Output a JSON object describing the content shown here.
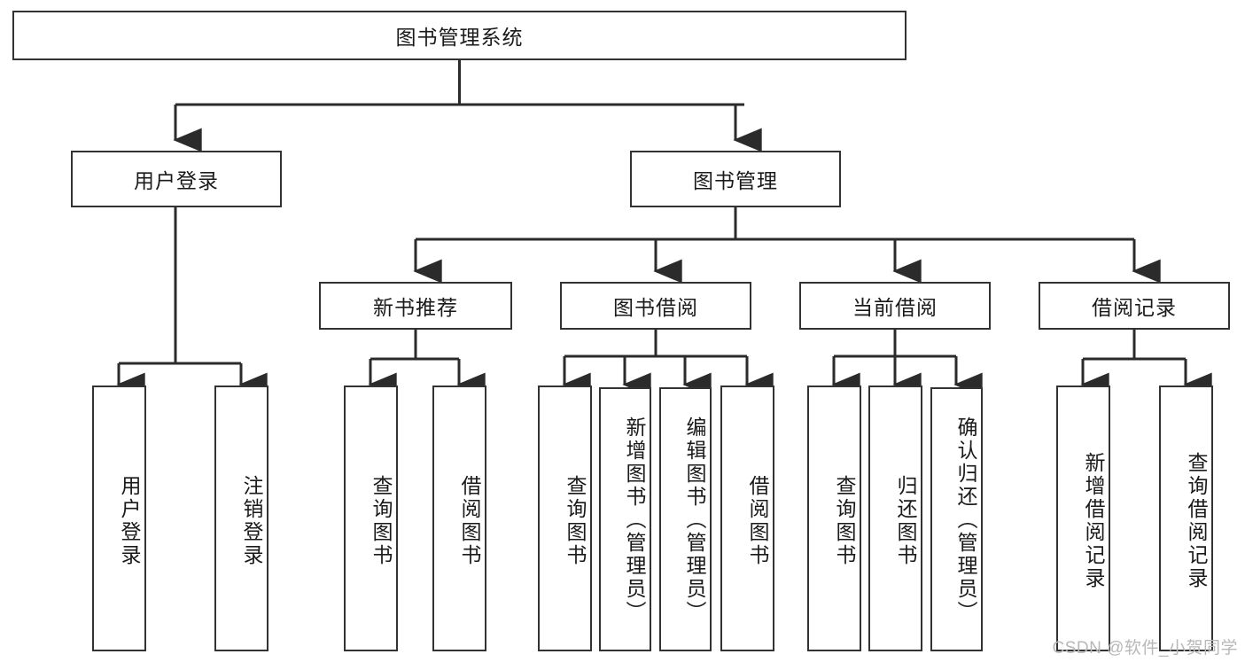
{
  "diagram": {
    "title": "图书管理系统",
    "type": "hierarchy-tree",
    "root": {
      "label": "图书管理系统"
    },
    "level2": [
      {
        "label": "用户登录"
      },
      {
        "label": "图书管理"
      }
    ],
    "level3": [
      {
        "label": "新书推荐",
        "parent": "图书管理"
      },
      {
        "label": "图书借阅",
        "parent": "图书管理"
      },
      {
        "label": "当前借阅",
        "parent": "图书管理"
      },
      {
        "label": "借阅记录",
        "parent": "图书管理"
      }
    ],
    "leaves": [
      {
        "label": "用户登录",
        "parent": "用户登录"
      },
      {
        "label": "注销登录",
        "parent": "用户登录"
      },
      {
        "label": "查询图书",
        "parent": "新书推荐"
      },
      {
        "label": "借阅图书",
        "parent": "新书推荐"
      },
      {
        "label": "查询图书",
        "parent": "图书借阅"
      },
      {
        "label": "新增图书（管理员）",
        "parent": "图书借阅"
      },
      {
        "label": "编辑图书（管理员）",
        "parent": "图书借阅"
      },
      {
        "label": "借阅图书",
        "parent": "图书借阅"
      },
      {
        "label": "查询图书",
        "parent": "当前借阅"
      },
      {
        "label": "归还图书",
        "parent": "当前借阅"
      },
      {
        "label": "确认归还（管理员）",
        "parent": "当前借阅"
      },
      {
        "label": "新增借阅记录",
        "parent": "借阅记录"
      },
      {
        "label": "查询借阅记录",
        "parent": "借阅记录"
      }
    ]
  },
  "watermark": {
    "text": "CSDN @软件_小贺同学"
  },
  "colors": {
    "stroke": "#333333",
    "background": "#ffffff",
    "text": "#1a1a1a",
    "watermark": "#b8b8b8"
  }
}
